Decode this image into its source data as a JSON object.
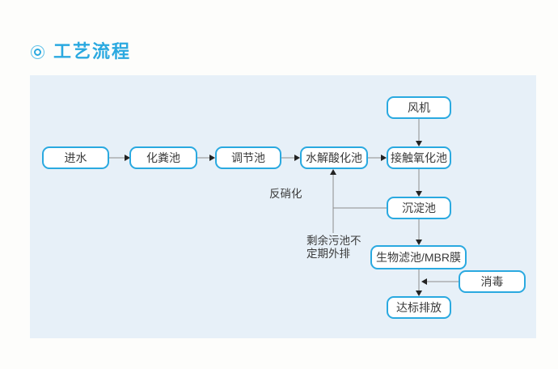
{
  "header": {
    "title": "工艺流程",
    "accent_color": "#2aa9e0"
  },
  "flowchart": {
    "nodes": [
      {
        "id": "inlet-water",
        "label": "进水"
      },
      {
        "id": "septic-tank",
        "label": "化粪池"
      },
      {
        "id": "regulating-tank",
        "label": "调节池"
      },
      {
        "id": "hydrolysis-acid-tank",
        "label": "水解酸化池"
      },
      {
        "id": "contact-oxidation-tank",
        "label": "接触氧化池"
      },
      {
        "id": "blower",
        "label": "风机"
      },
      {
        "id": "sedimentation-tank",
        "label": "沉淀池"
      },
      {
        "id": "biofilter-mbr-membrane",
        "label": "生物滤池/MBR膜"
      },
      {
        "id": "disinfection",
        "label": "消毒"
      },
      {
        "id": "standard-discharge",
        "label": "达标排放"
      }
    ],
    "annotations": {
      "denitrification": "反硝化",
      "sludge_line1": "剩余污池不",
      "sludge_line2": "定期外排"
    },
    "colors": {
      "panel_bg": "#e7f0f8",
      "node_border": "#2aa9e0",
      "node_bg": "#ffffff",
      "node_text": "#3a3a3a",
      "connector_line": "#8c8c8c",
      "arrowhead": "#222222"
    }
  }
}
